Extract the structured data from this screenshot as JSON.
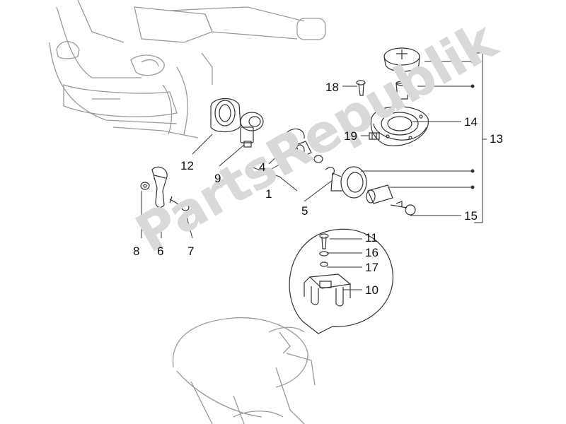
{
  "watermark": {
    "text": "PartsRepublik"
  },
  "callouts": {
    "c1": "1",
    "c4": "4",
    "c5": "5",
    "c6": "6",
    "c7": "7",
    "c8": "8",
    "c9": "9",
    "c10": "10",
    "c11": "11",
    "c12": "12",
    "c13": "13",
    "c14": "14",
    "c15": "15",
    "c16": "16",
    "c17": "17",
    "c18": "18",
    "c19": "19"
  },
  "colors": {
    "line": "#333333",
    "sketch": "#9a9a9a",
    "watermark": "#d9d9d9"
  }
}
